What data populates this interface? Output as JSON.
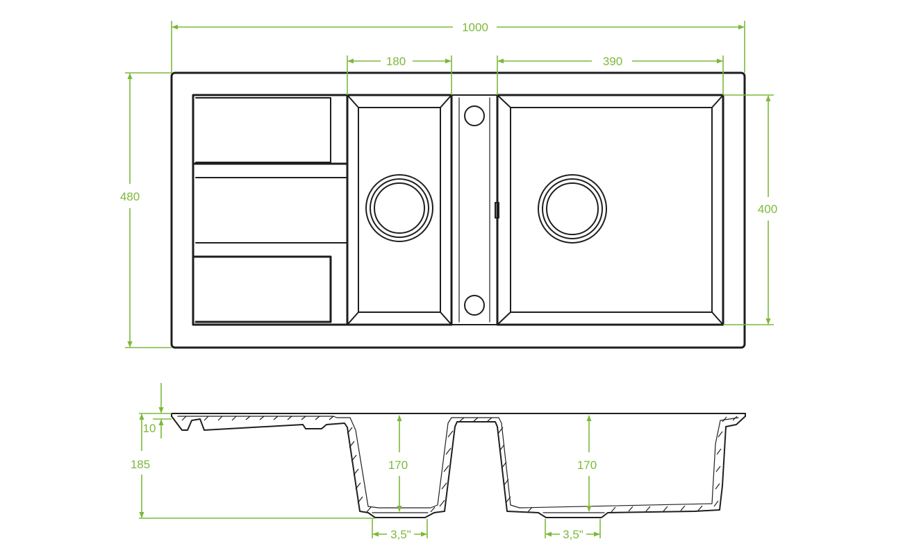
{
  "dimensions": {
    "overall_width": "1000",
    "small_bowl_width": "180",
    "large_bowl_width": "390",
    "overall_depth": "480",
    "bowl_depth": "400",
    "rim_thickness": "10",
    "total_height": "185",
    "small_bowl_height": "170",
    "large_bowl_height": "170",
    "small_drain": "3,5\"",
    "large_drain": "3,5\""
  },
  "colors": {
    "dimension": "#7db83a",
    "outline": "#1e1e1e"
  }
}
